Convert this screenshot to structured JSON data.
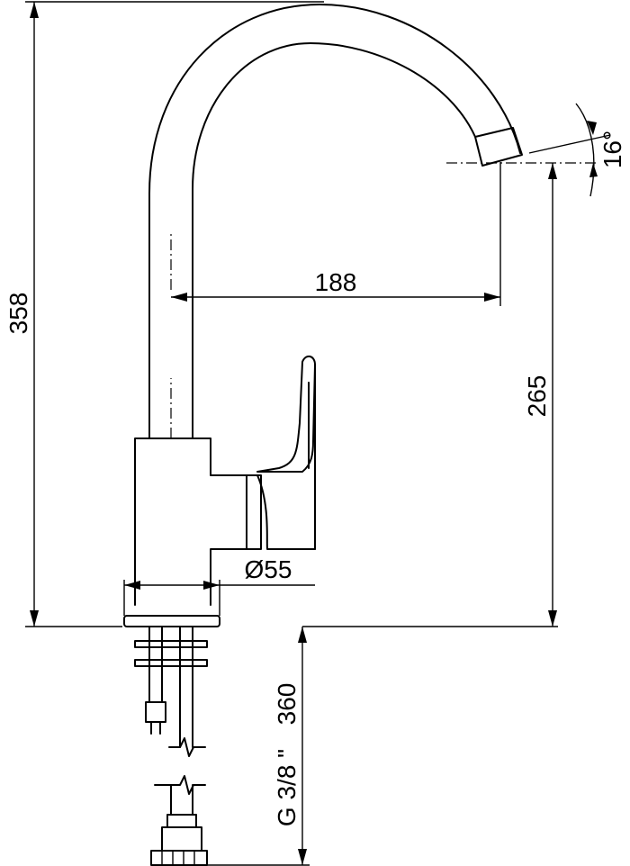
{
  "dimensions": {
    "total_height": "358",
    "spout_reach": "188",
    "spout_height": "265",
    "base_diameter": "Ø55",
    "spout_angle": "16°",
    "hose_spec": "G 3/8 \"",
    "hose_length": "360"
  }
}
